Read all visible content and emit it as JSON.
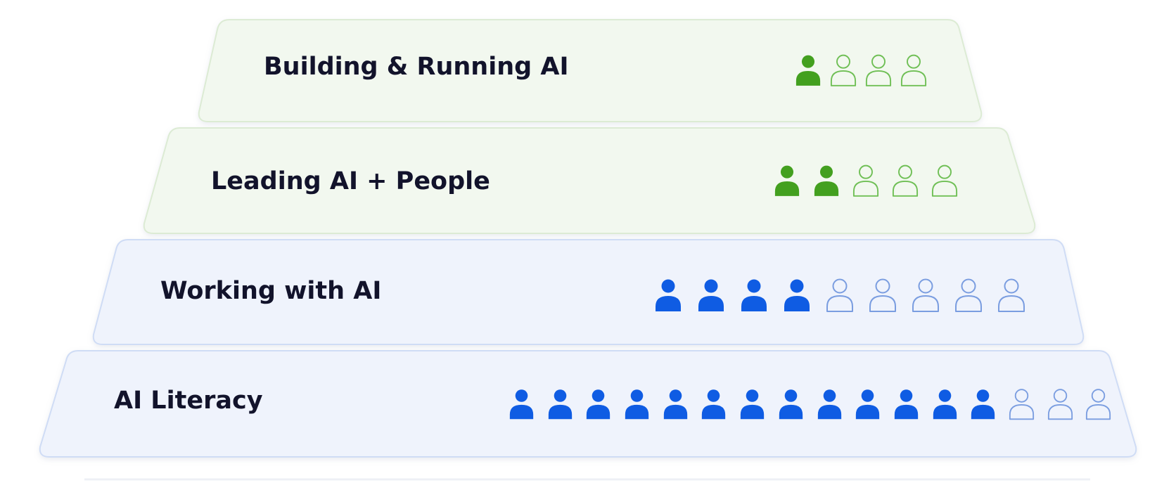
{
  "colors": {
    "green_fill": "#43a01f",
    "green_outline": "#6fbf55",
    "green_band": "#f2f8ef",
    "green_border": "#dcebd4",
    "blue_fill": "#0f5ce3",
    "blue_outline": "#7a9de0",
    "blue_band": "#eff3fc",
    "blue_border": "#cfdcf5",
    "text": "#12132b"
  },
  "tiers": [
    {
      "label": "Building & Running AI",
      "filled": 1,
      "total": 4,
      "color": "green"
    },
    {
      "label": "Leading AI + People",
      "filled": 2,
      "total": 5,
      "color": "green"
    },
    {
      "label": "Working with AI",
      "filled": 4,
      "total": 9,
      "color": "blue"
    },
    {
      "label": "AI Literacy",
      "filled": 13,
      "total": 16,
      "color": "blue"
    }
  ],
  "icons": {
    "person_filled": "person-filled-icon",
    "person_outline": "person-outline-icon"
  }
}
